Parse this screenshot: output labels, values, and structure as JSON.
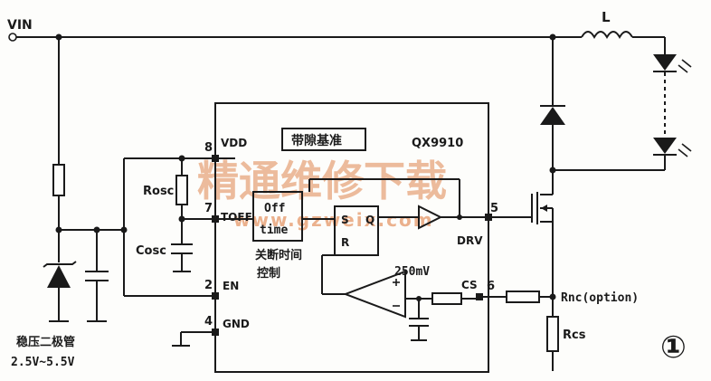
{
  "labels": {
    "vin": "VIN",
    "inductor": "L",
    "vdd": "VDD",
    "pin8": "8",
    "bandgap": "带隙基准",
    "chip": "QX9910",
    "rosc": "Rosc",
    "pin7": "7",
    "toff": "TOFF",
    "offtime_line1": "Off",
    "offtime_line2": "time",
    "sr_s": "S",
    "sr_q": "Q",
    "sr_r": "R",
    "pin5": "5",
    "drv": "DRV",
    "cosc": "Cosc",
    "offtime_cn_1": "关断时间",
    "offtime_cn_2": "控制",
    "pin2": "2",
    "en": "EN",
    "ref_voltage": "250mV",
    "cs": "CS",
    "pin6": "6",
    "rnc": "Rnc(option)",
    "pin4": "4",
    "gnd": "GND",
    "rcs": "Rcs",
    "zener_caption_1": "稳压二极管",
    "zener_caption_2": "2.5V~5.5V",
    "figure_number": "①"
  },
  "watermark": {
    "title": "精通维修下载",
    "url": "www.gzweix.com",
    "color": "#e9a47a"
  },
  "colors": {
    "wire": "#1a1a1a",
    "background": "#fdfdfb"
  }
}
